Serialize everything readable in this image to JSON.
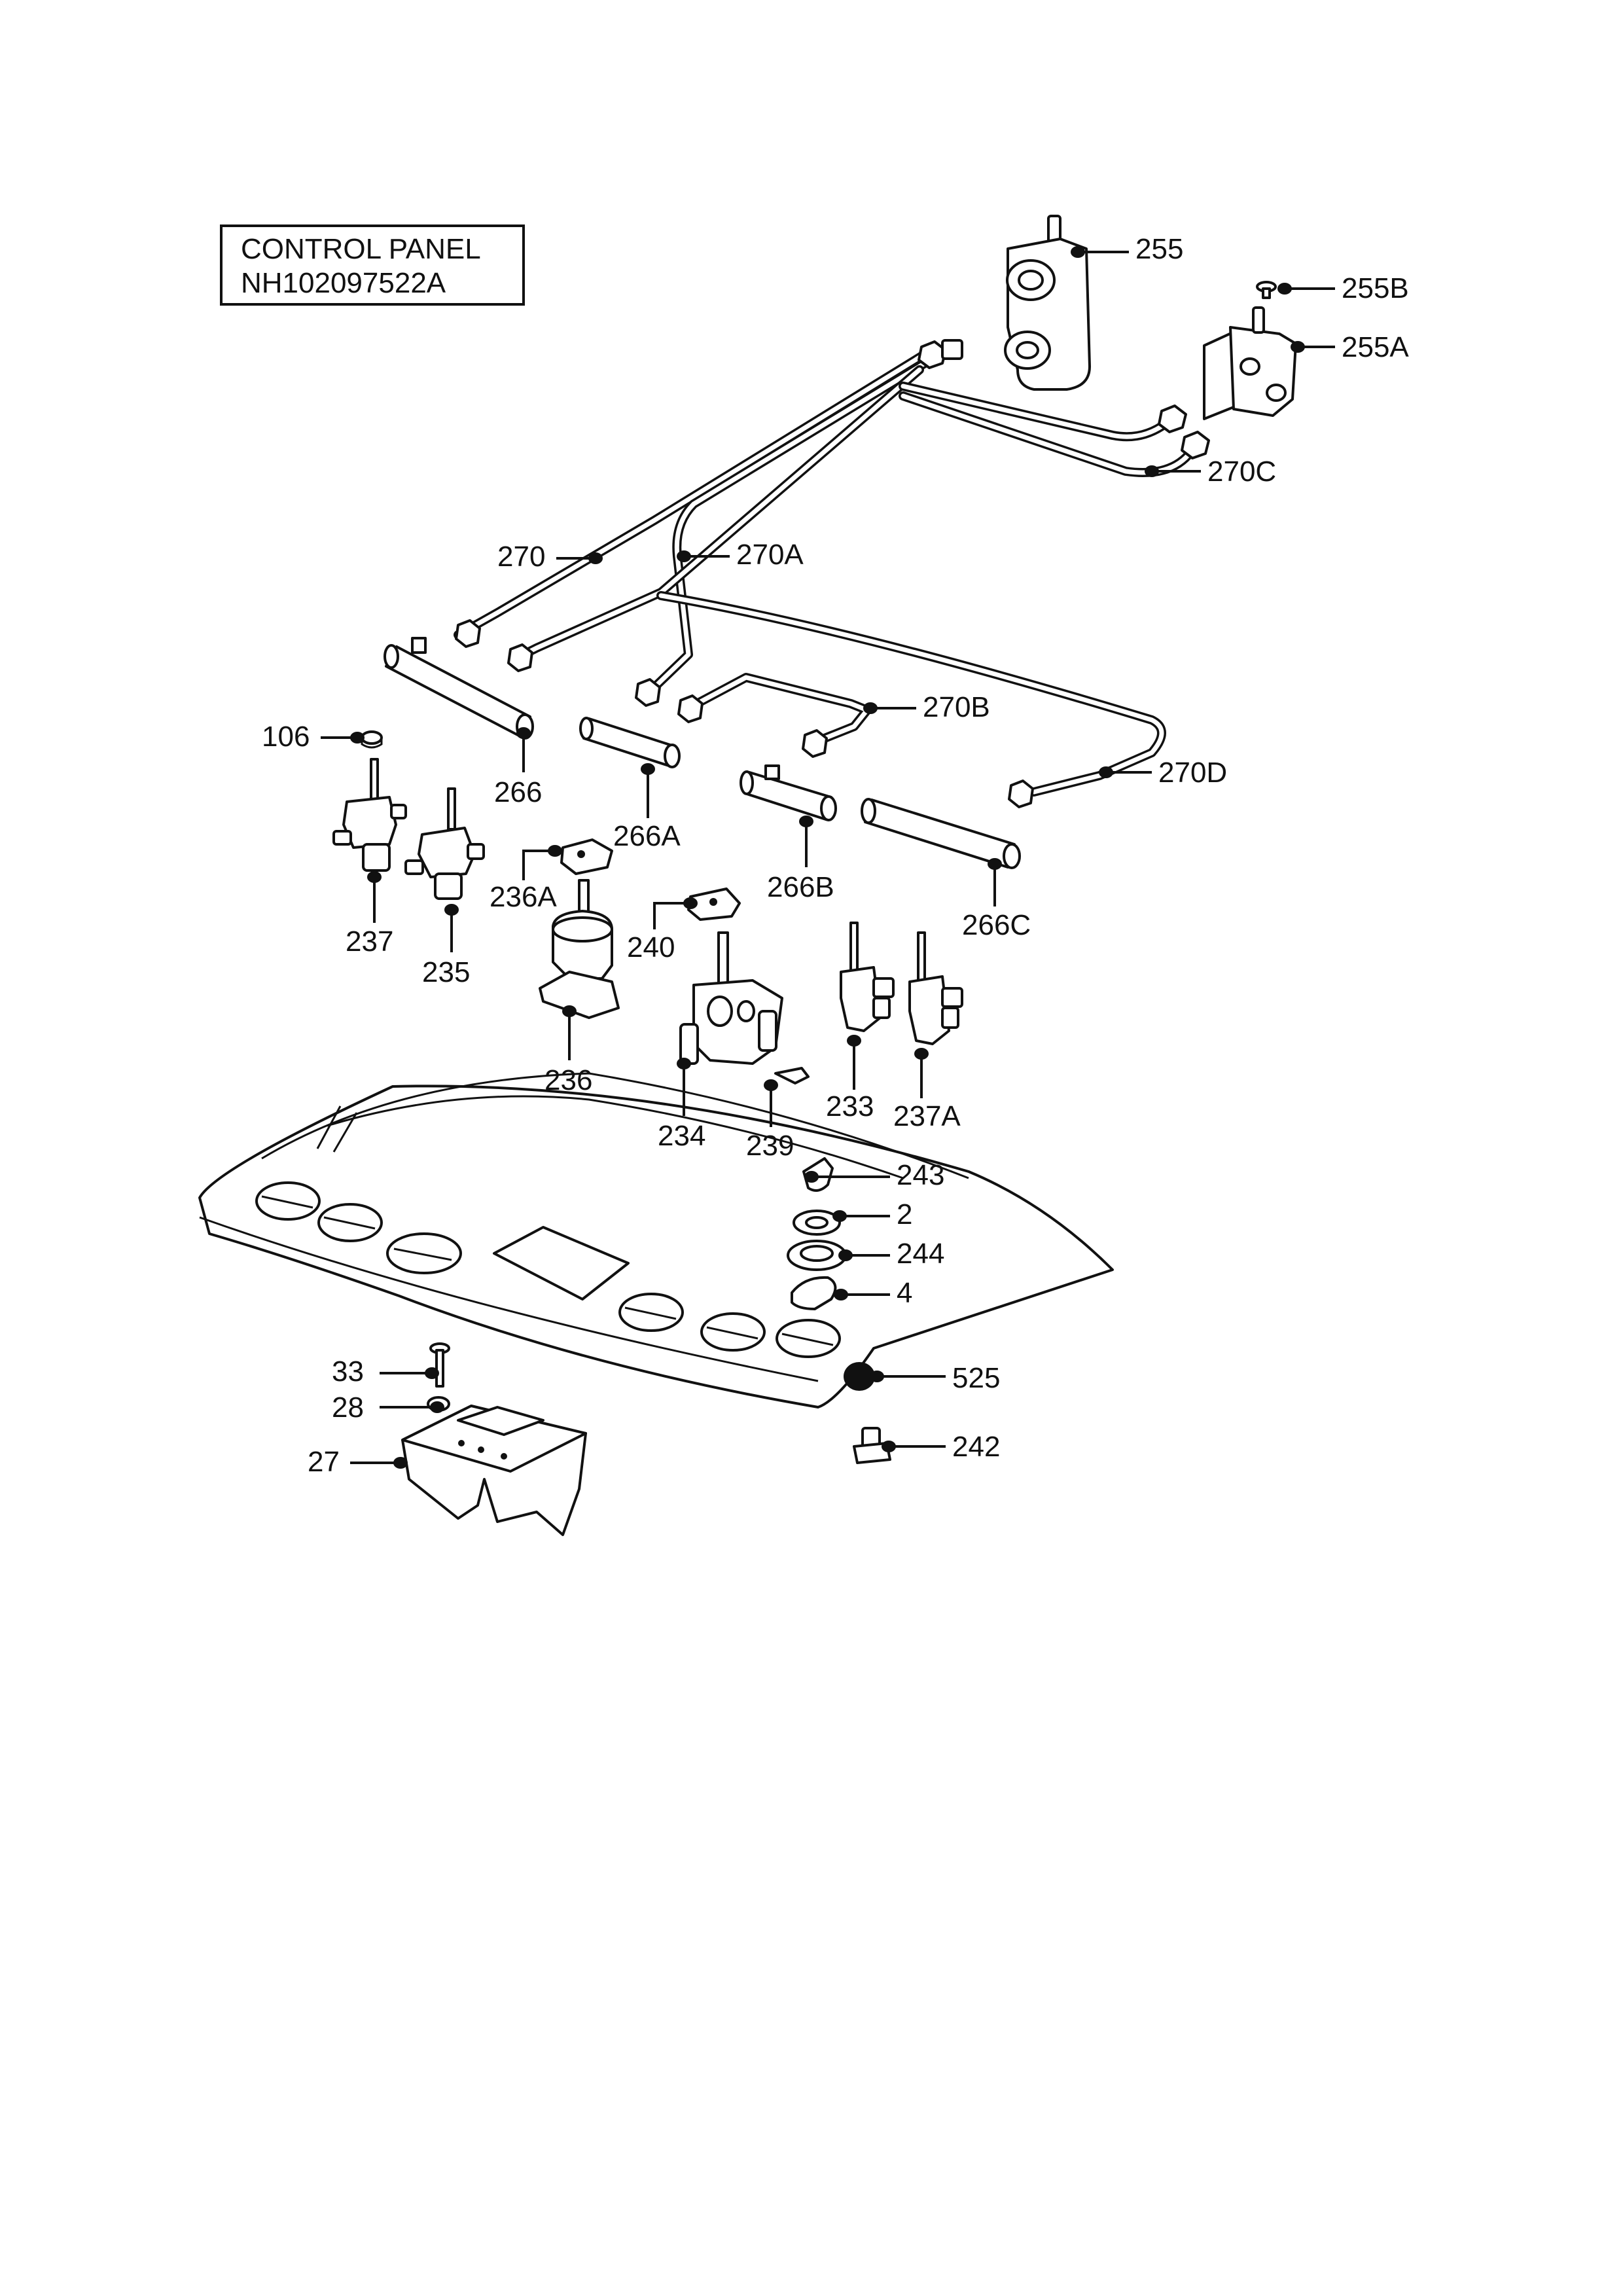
{
  "header": {
    "title_line1": "CONTROL PANEL",
    "title_line2": "NH102097522A"
  },
  "callouts": [
    {
      "id": "255"
    },
    {
      "id": "255B"
    },
    {
      "id": "255A"
    },
    {
      "id": "270C"
    },
    {
      "id": "270"
    },
    {
      "id": "270A"
    },
    {
      "id": "270B"
    },
    {
      "id": "270D"
    },
    {
      "id": "106"
    },
    {
      "id": "266"
    },
    {
      "id": "266A"
    },
    {
      "id": "266B"
    },
    {
      "id": "266C"
    },
    {
      "id": "236A"
    },
    {
      "id": "240"
    },
    {
      "id": "237"
    },
    {
      "id": "235"
    },
    {
      "id": "236"
    },
    {
      "id": "234"
    },
    {
      "id": "239"
    },
    {
      "id": "233"
    },
    {
      "id": "237A"
    },
    {
      "id": "243"
    },
    {
      "id": "2"
    },
    {
      "id": "244"
    },
    {
      "id": "4"
    },
    {
      "id": "525"
    },
    {
      "id": "242"
    },
    {
      "id": "33"
    },
    {
      "id": "28"
    },
    {
      "id": "27"
    }
  ]
}
